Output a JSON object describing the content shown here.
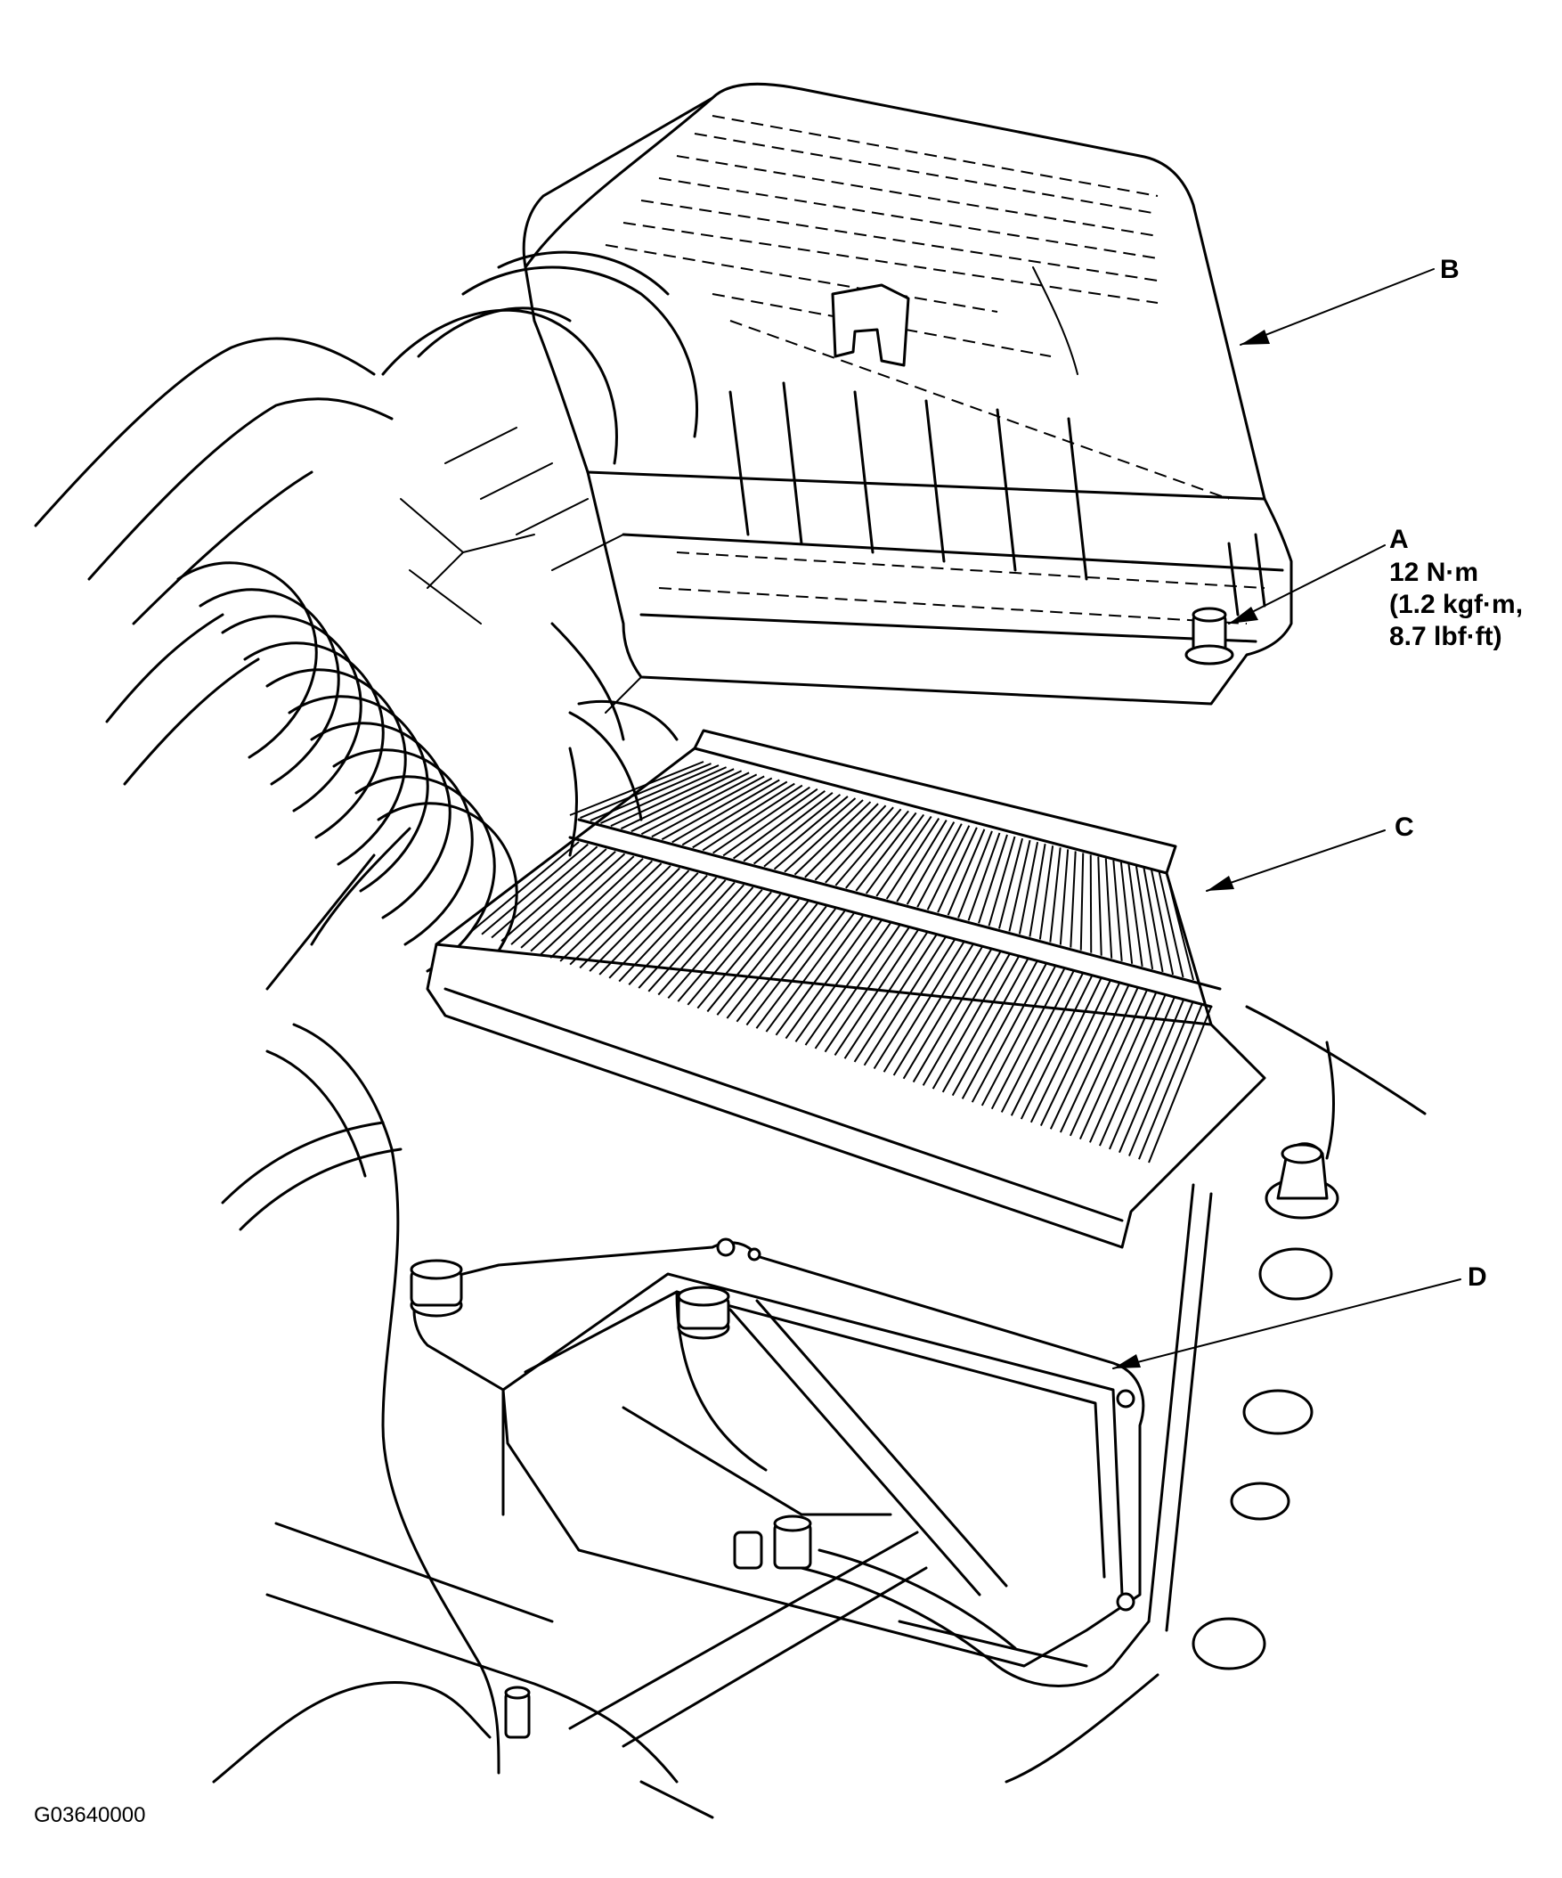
{
  "callouts": {
    "a": {
      "letter": "A",
      "torque_line1": "12 N·m",
      "torque_line2": "(1.2 kgf·m,",
      "torque_line3": "8.7 lbf·ft)"
    },
    "b": {
      "letter": "B"
    },
    "c": {
      "letter": "C"
    },
    "d": {
      "letter": "D"
    }
  },
  "figure_code": "G03640000"
}
